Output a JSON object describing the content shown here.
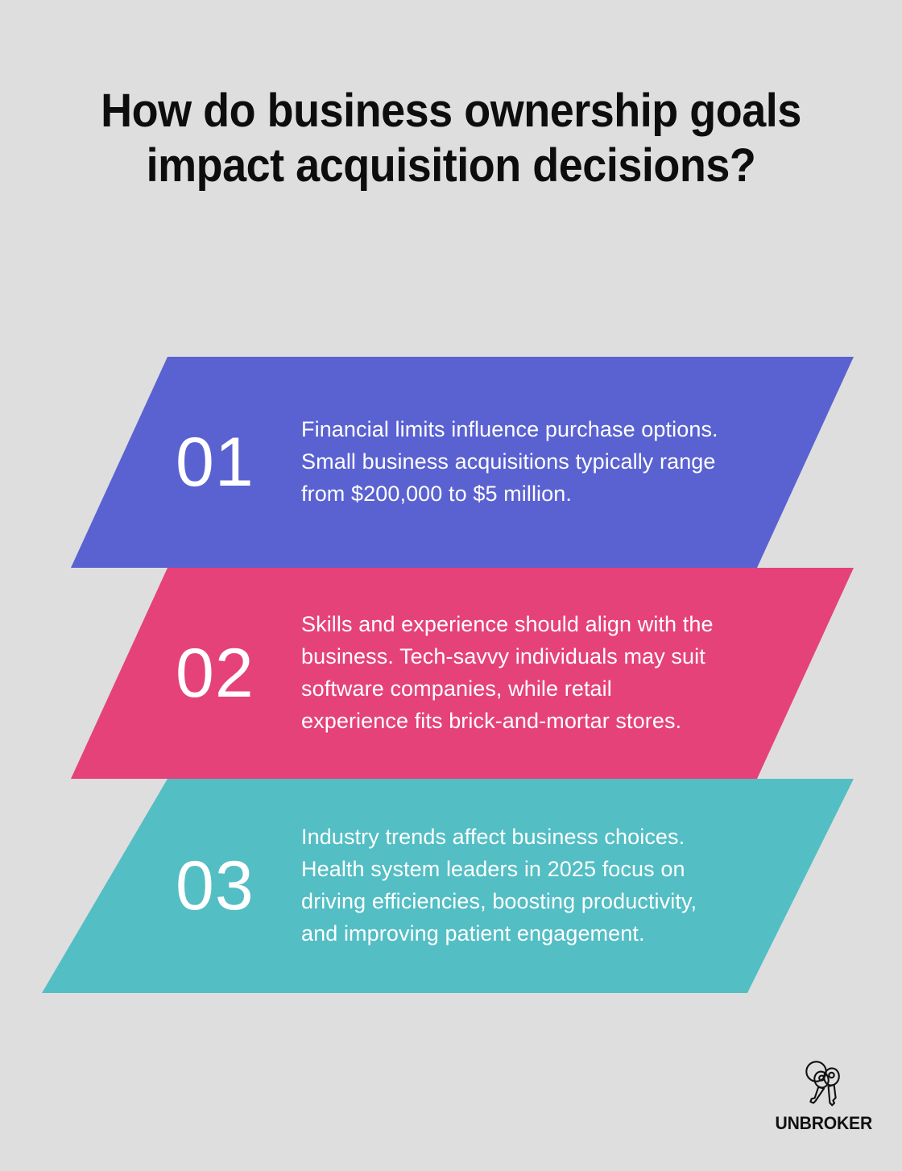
{
  "background_color": "#dedede",
  "heading": {
    "text": "How do business ownership goals impact acquisition decisions?",
    "color": "#0d0d0d"
  },
  "cards": [
    {
      "number": "01",
      "text": "Financial limits influence purchase options. Small business acquisitions typically range from $200,000 to $5 million.",
      "color": "#5a62d1",
      "text_color": "#ffffff"
    },
    {
      "number": "02",
      "text": "Skills and experience should align with the business. Tech-savvy individuals may suit software companies, while retail experience fits brick-and-mortar stores.",
      "color": "#e5427a",
      "text_color": "#ffffff"
    },
    {
      "number": "03",
      "text": "Industry trends affect business choices. Health system leaders in 2025 focus on driving efficiencies, boosting productivity, and improving patient engagement.",
      "color": "#53bec4",
      "text_color": "#ffffff"
    }
  ],
  "logo": {
    "icon": "keys-icon",
    "wordmark": "UNBROKER",
    "color": "#111111"
  }
}
